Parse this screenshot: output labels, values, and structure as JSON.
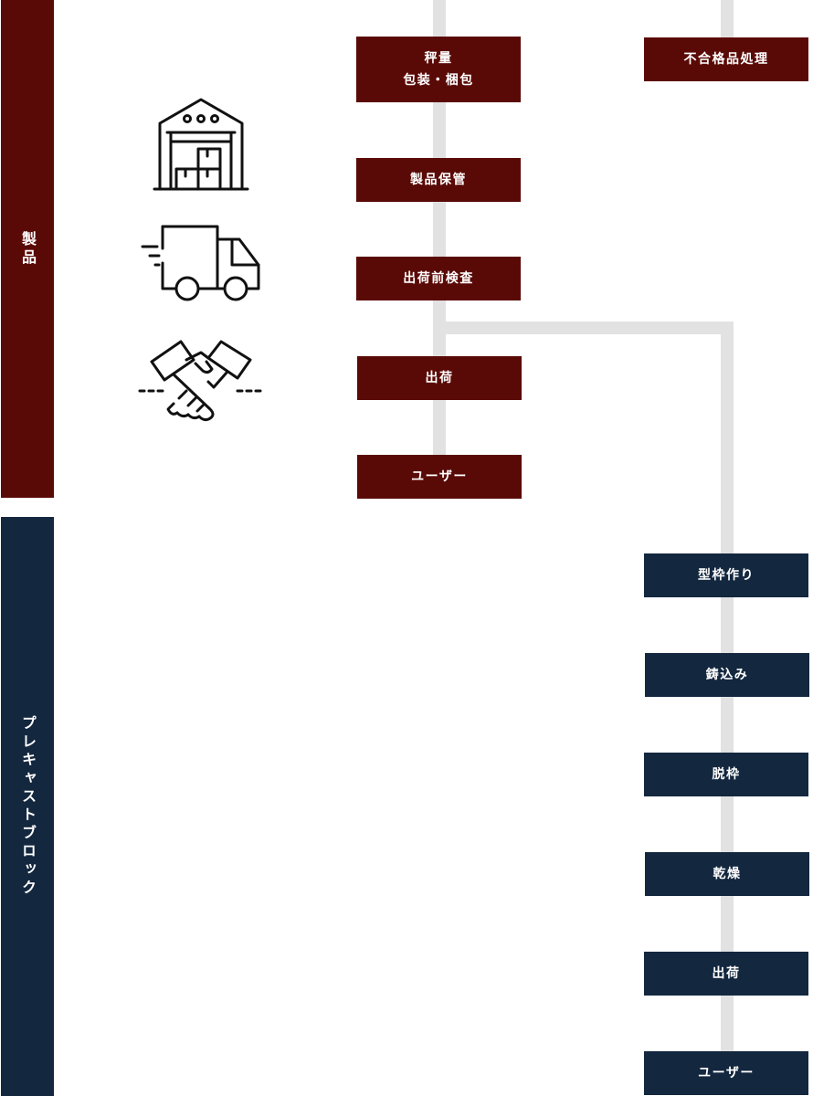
{
  "colors": {
    "product": "#5a0a06",
    "precast": "#13273f",
    "connector": "#e2e2e2",
    "icon": "#111111"
  },
  "sections": {
    "product": {
      "label": "製品"
    },
    "precast": {
      "label": "プレキャストブロック"
    }
  },
  "product_flow": [
    {
      "line1": "秤量",
      "line2": "包装・梱包"
    },
    {
      "label": "製品保管"
    },
    {
      "label": "出荷前検査"
    },
    {
      "label": "出荷"
    },
    {
      "label": "ユーザー"
    }
  ],
  "reject": {
    "label": "不合格品処理"
  },
  "precast_flow": [
    {
      "label": "型枠作り"
    },
    {
      "label": "鋳込み"
    },
    {
      "label": "脱枠"
    },
    {
      "label": "乾燥"
    },
    {
      "label": "出荷"
    },
    {
      "label": "ユーザー"
    }
  ],
  "icons": [
    "warehouse-icon",
    "delivery-truck-icon",
    "handshake-icon"
  ]
}
